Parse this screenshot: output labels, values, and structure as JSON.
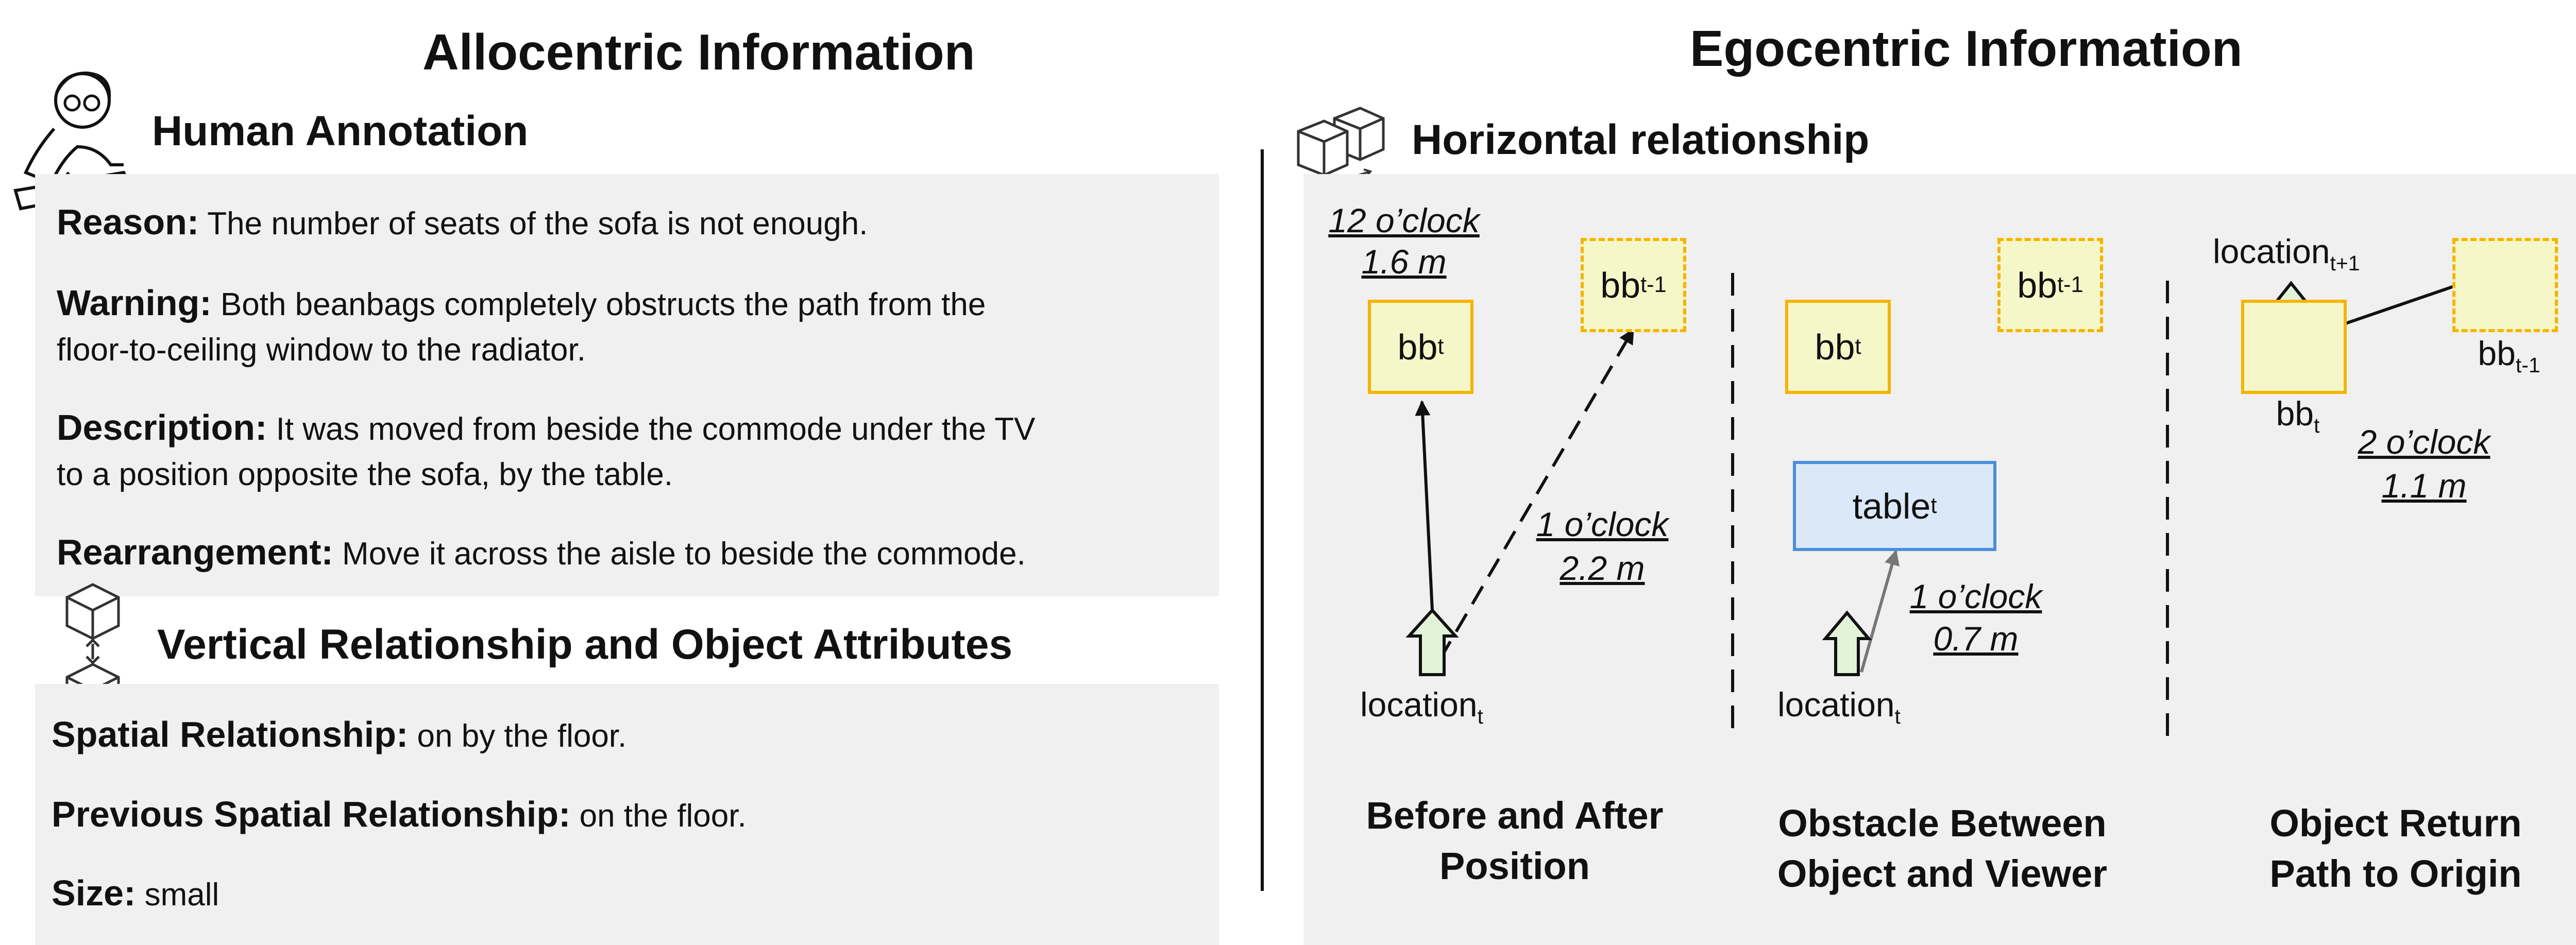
{
  "left": {
    "title": "Allocentric Information",
    "human": {
      "heading": "Human Annotation",
      "items": [
        {
          "label": "Reason:",
          "text": " The number of seats of the sofa is not enough."
        },
        {
          "label": "Warning:",
          "text": " Both beanbags completely obstructs the path from the"
        },
        {
          "label": "",
          "text": "floor-to-ceiling window to the radiator."
        },
        {
          "label": "Description:",
          "text": " It was moved from beside the commode under the TV"
        },
        {
          "label": "",
          "text": "to a position opposite the sofa, by the table."
        },
        {
          "label": "Rearrangement:",
          "text": "  Move it across the aisle to beside the commode."
        }
      ]
    },
    "vertical": {
      "heading": "Vertical Relationship and Object Attributes",
      "items": [
        {
          "label": "Spatial Relationship:",
          "text": " on by the floor."
        },
        {
          "label": "Previous Spatial Relationship:",
          "text": " on the floor."
        },
        {
          "label": "Size:",
          "text": " small"
        }
      ]
    }
  },
  "right": {
    "title": "Egocentric Information",
    "horizontal": {
      "heading": "Horizontal relationship",
      "panel1": {
        "clock_top": "12 o’clock",
        "dist_top": "1.6 m",
        "bb": "bb",
        "bb_sub": "t",
        "bb_prev": "bb",
        "bb_prev_sub": "t-1",
        "clock": "1 o’clock",
        "dist": "2.2 m",
        "location": "location",
        "location_sub": "t",
        "caption_1": "Before and After",
        "caption_2": "Position"
      },
      "panel2": {
        "bb": "bb",
        "bb_sub": "t",
        "bb_prev": "bb",
        "bb_prev_sub": "t-1",
        "table": "table",
        "table_sub": "t",
        "clock": "1 o’clock",
        "dist": "0.7 m",
        "location": "location",
        "location_sub": "t",
        "caption_1": "Obstacle Between",
        "caption_2": "Object and Viewer"
      },
      "panel3": {
        "location": "location",
        "location_sub": "t+1",
        "bb": "bb",
        "bb_sub": "t",
        "bb_prev": "bb",
        "bb_prev_sub": "t-1",
        "clock": "2 o’clock",
        "dist": "1.1 m",
        "caption_1": "Object Return",
        "caption_2": "Path to Origin"
      }
    }
  },
  "colors": {
    "panel_bg": "#f0f0f0",
    "bb_fill": "#f6f7c8",
    "bb_border": "#f5b400",
    "table_fill": "#dbe8f7",
    "table_border": "#4a8fd8",
    "arrow_fill": "#e2f3d8"
  }
}
